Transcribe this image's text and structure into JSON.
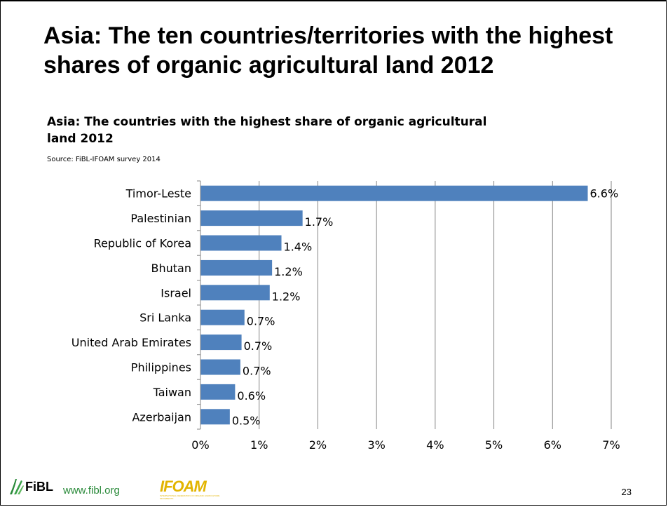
{
  "slide": {
    "title": "Asia: The ten countries/territories with the highest shares of organic agricultural land 2012",
    "page_number": "23"
  },
  "footer": {
    "fibl_label": "FiBL",
    "fibl_url": "www.fibl.org",
    "ifoam_label": "IFOAM",
    "ifoam_sub": "INTERNATIONAL FEDERATION OF ORGANIC AGRICULTURE MOVEMENTS",
    "fibl_color": "#2a8a3a",
    "ifoam_color": "#e2b400"
  },
  "chart_data": {
    "type": "bar",
    "orientation": "horizontal",
    "title": "Asia: The countries with the highest share of organic agricultural land 2012",
    "subtitle": "Source: FiBL-IFOAM survey 2014",
    "categories": [
      "Timor-Leste",
      "Palestinian",
      "Republic of Korea",
      "Bhutan",
      "Israel",
      "Sri Lanka",
      "United Arab Emirates",
      "Philippines",
      "Taiwan",
      "Azerbaijan"
    ],
    "values": [
      6.6,
      1.74,
      1.38,
      1.22,
      1.18,
      0.75,
      0.7,
      0.68,
      0.59,
      0.5
    ],
    "data_labels": [
      "6.6%",
      "1.7%",
      "1.4%",
      "1.2%",
      "1.2%",
      "0.7%",
      "0.7%",
      "0.7%",
      "0.6%",
      "0.5%"
    ],
    "xlim": [
      0,
      7
    ],
    "xticks": [
      0,
      1,
      2,
      3,
      4,
      5,
      6,
      7
    ],
    "xtick_labels": [
      "0%",
      "1%",
      "2%",
      "3%",
      "4%",
      "5%",
      "6%",
      "7%"
    ],
    "xlabel": "",
    "ylabel": "",
    "grid": "vertical",
    "bar_color": "#4f81bd",
    "grid_color": "#868686"
  }
}
